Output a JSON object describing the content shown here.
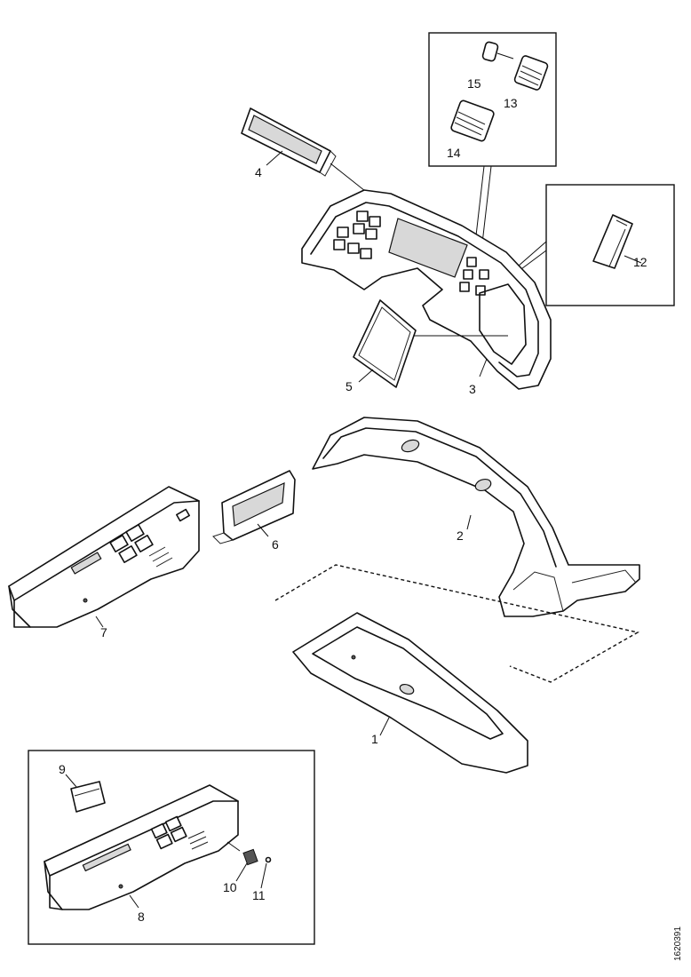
{
  "diagram": {
    "drawing_number": "1620391",
    "callouts": {
      "c1": "1",
      "c2": "2",
      "c3": "3",
      "c4": "4",
      "c5": "5",
      "c6": "6",
      "c7": "7",
      "c8": "8",
      "c9": "9",
      "c10": "10",
      "c11": "11",
      "c12": "12",
      "c13": "13",
      "c14": "14",
      "c15": "15"
    }
  }
}
